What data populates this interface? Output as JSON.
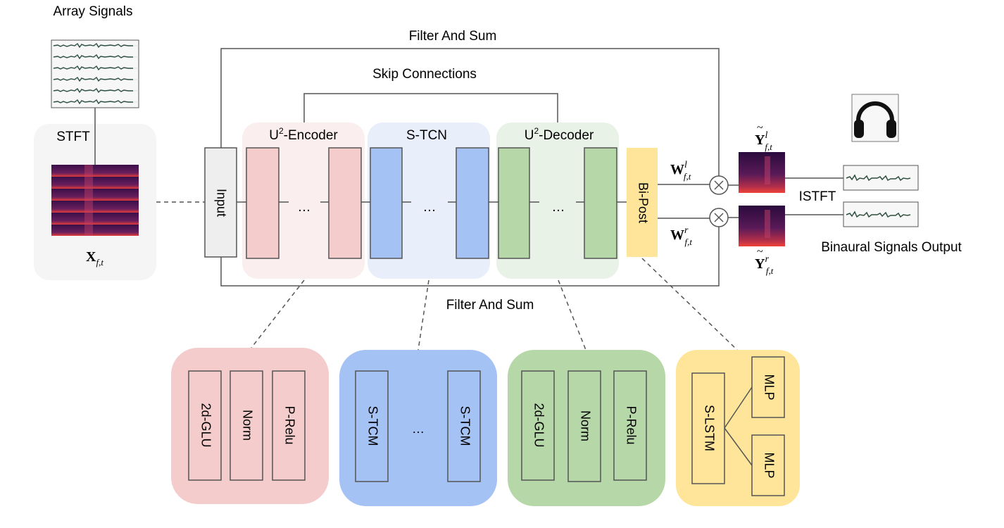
{
  "labels": {
    "array_signals": "Array Signals",
    "stft": "STFT",
    "filter_and_sum_top": "Filter And Sum",
    "skip_connections": "Skip Connections",
    "filter_and_sum_bottom": "Filter And Sum",
    "u2_encoder": "U",
    "u2_encoder_sup": "2",
    "u2_encoder_rest": "-Encoder",
    "s_tcn": "S-TCN",
    "u2_decoder": "U",
    "u2_decoder_sup": "2",
    "u2_decoder_rest": "-Decoder",
    "input": "Input",
    "bi_post": "Bi-Post",
    "istft": "ISTFT",
    "binaural_output": "Binaural Signals Output",
    "ellipsis": "…"
  },
  "math": {
    "x_main": "X",
    "x_sub": "f,t",
    "w_main": "W",
    "w_l_sup": "l",
    "w_r_sup": "r",
    "w_sub": "f,t",
    "y_main": "Y",
    "y_l_sup": "l",
    "y_r_sup": "r",
    "y_sub": "f,t"
  },
  "detail_blocks": {
    "encoder": [
      "2d-GLU",
      "Norm",
      "P-Relu"
    ],
    "tcn": [
      "S-TCM",
      "…",
      "S-TCM"
    ],
    "decoder": [
      "2d-GLU",
      "Norm",
      "P-Relu"
    ],
    "post": [
      "S-LSTM",
      "MLP",
      "MLP"
    ]
  },
  "colors": {
    "encoder_bg": "#fbeeee",
    "encoder_block": "#f4cccc",
    "tcn_bg": "#e8eefa",
    "tcn_block": "#a4c2f4",
    "decoder_bg": "#e9f2e6",
    "decoder_block": "#b6d7a8",
    "post_block": "#ffe599",
    "input_block": "#eeeeee",
    "stft_panel": "#f5f5f5"
  }
}
